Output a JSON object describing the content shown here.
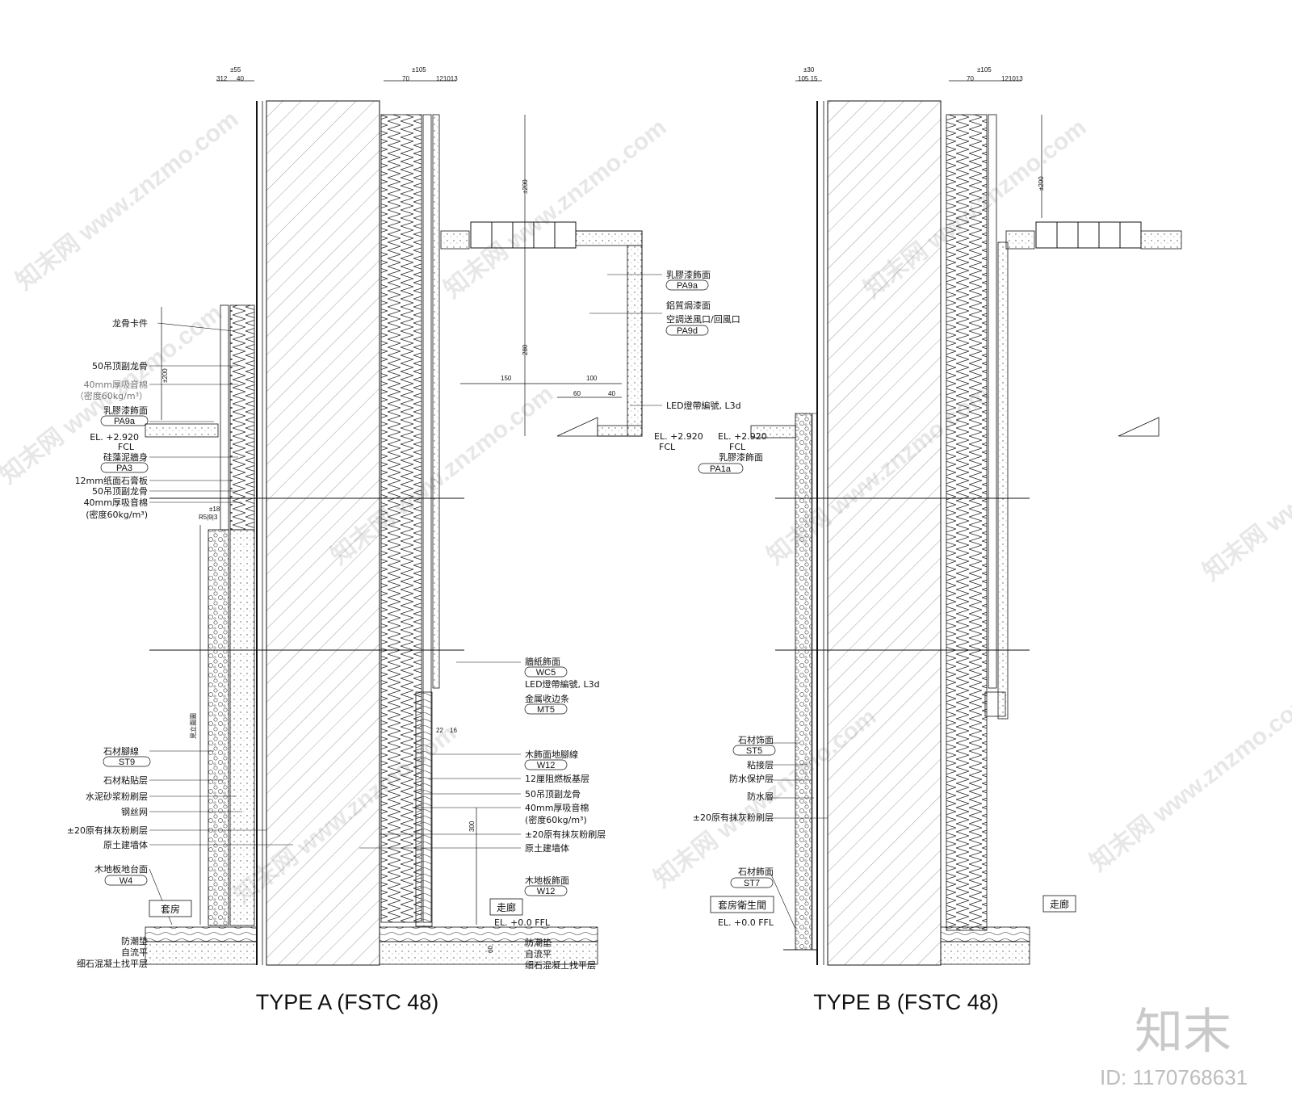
{
  "titles": {
    "type_a": "TYPE A  (FSTC 48)",
    "type_b": "TYPE B  (FSTC 48)"
  },
  "brand": {
    "logo": "知末",
    "id": "ID: 1170768631"
  },
  "rooms": {
    "suite": "套房",
    "corridor_a": "走廊",
    "suite_bath": "套房衛生間",
    "corridor_b": "走廊"
  },
  "dims_top": {
    "a_left": "±55",
    "a_left_sub1": "312",
    "a_left_sub2": "40",
    "a_right": "±105",
    "a_right_sub1": "70",
    "a_right_sub2": "121013",
    "b_left": "±30",
    "b_left_sub": "105 15",
    "b_right": "±105",
    "b_right_sub1": "70",
    "b_right_sub2": "121013"
  },
  "dims_misc": {
    "d200a": "±200",
    "d200b": "±200",
    "d200c": "±200",
    "d280": "280",
    "d150": "150",
    "d100": "100",
    "d60": "60",
    "d40": "40",
    "d18": "±18",
    "d22": "22",
    "d16": "16",
    "d300": "300",
    "d60b": "60",
    "r5": "R5|9|3",
    "ref": "見立面圖"
  },
  "labels_a_left": [
    {
      "text": "龙骨卡件"
    },
    {
      "text": "50吊顶副龙骨"
    },
    {
      "text": "40mm厚吸音棉"
    },
    {
      "text": "（密度60kg/m³）"
    },
    {
      "text": "乳膠漆飾面"
    },
    {
      "text": "PA9a",
      "code": true
    },
    {
      "text": "EL. +2.920"
    },
    {
      "text": "FCL"
    },
    {
      "text": "硅藻泥牆身"
    },
    {
      "text": "PA3",
      "code": true
    },
    {
      "text": "12mm纸面石膏板"
    },
    {
      "text": "50吊顶副龙骨"
    },
    {
      "text": "40mm厚吸音棉"
    },
    {
      "text": "(密度60kg/m³)"
    },
    {
      "text": "石材腳線"
    },
    {
      "text": "ST9",
      "code": true
    },
    {
      "text": "石材粘贴层"
    },
    {
      "text": "水泥砂浆粉刷层"
    },
    {
      "text": "钢丝网"
    },
    {
      "text": "±20原有抹灰粉刷层"
    },
    {
      "text": "原土建墙体"
    },
    {
      "text": "木地板地台面"
    },
    {
      "text": "W4",
      "code": true
    },
    {
      "text": "防潮垫"
    },
    {
      "text": "自流平"
    },
    {
      "text": "细石混凝土找平层"
    }
  ],
  "labels_a_right": [
    {
      "text": "乳膠漆飾面"
    },
    {
      "text": "PA9a",
      "code": true
    },
    {
      "text": "鋁質焗漆面"
    },
    {
      "text": "空調送風口/回風口"
    },
    {
      "text": "PA9d",
      "code": true
    },
    {
      "text": "LED燈帶編號, L3d"
    },
    {
      "text": "EL. +2.920"
    },
    {
      "text": "FCL"
    },
    {
      "text": "牆紙飾面"
    },
    {
      "text": "WC5",
      "code": true
    },
    {
      "text": "LED燈帶編號, L3d"
    },
    {
      "text": "金属收边条"
    },
    {
      "text": "MT5",
      "code": true
    },
    {
      "text": "木飾面地腳線"
    },
    {
      "text": "W12",
      "code": true
    },
    {
      "text": "12厘阻燃板基层"
    },
    {
      "text": "50吊顶副龙骨"
    },
    {
      "text": "40mm厚吸音棉"
    },
    {
      "text": "(密度60kg/m³)"
    },
    {
      "text": "±20原有抹灰粉刷层"
    },
    {
      "text": "原土建墙体"
    },
    {
      "text": "木地板飾面"
    },
    {
      "text": "W12",
      "code": true
    },
    {
      "text": "EL. +0.0 FFL"
    },
    {
      "text": "防潮垫"
    },
    {
      "text": "自流平"
    },
    {
      "text": "细石混凝土找平层"
    }
  ],
  "labels_b_left": [
    {
      "text": "EL. +2.920"
    },
    {
      "text": "FCL"
    },
    {
      "text": "乳膠漆飾面"
    },
    {
      "text": "PA1a",
      "code": true
    },
    {
      "text": "石材饰面"
    },
    {
      "text": "ST5",
      "code": true
    },
    {
      "text": "粘接层"
    },
    {
      "text": "防水保护层"
    },
    {
      "text": "防水層"
    },
    {
      "text": "±20原有抹灰粉刷层"
    },
    {
      "text": "石材飾面"
    },
    {
      "text": "ST7",
      "code": true
    },
    {
      "text": "EL. +0.0 FFL"
    }
  ],
  "watermark": "知末网 www.znzmo.com",
  "colors": {
    "line": "#111111",
    "hatch": "#555555",
    "watermark": "#d2d2d2"
  }
}
